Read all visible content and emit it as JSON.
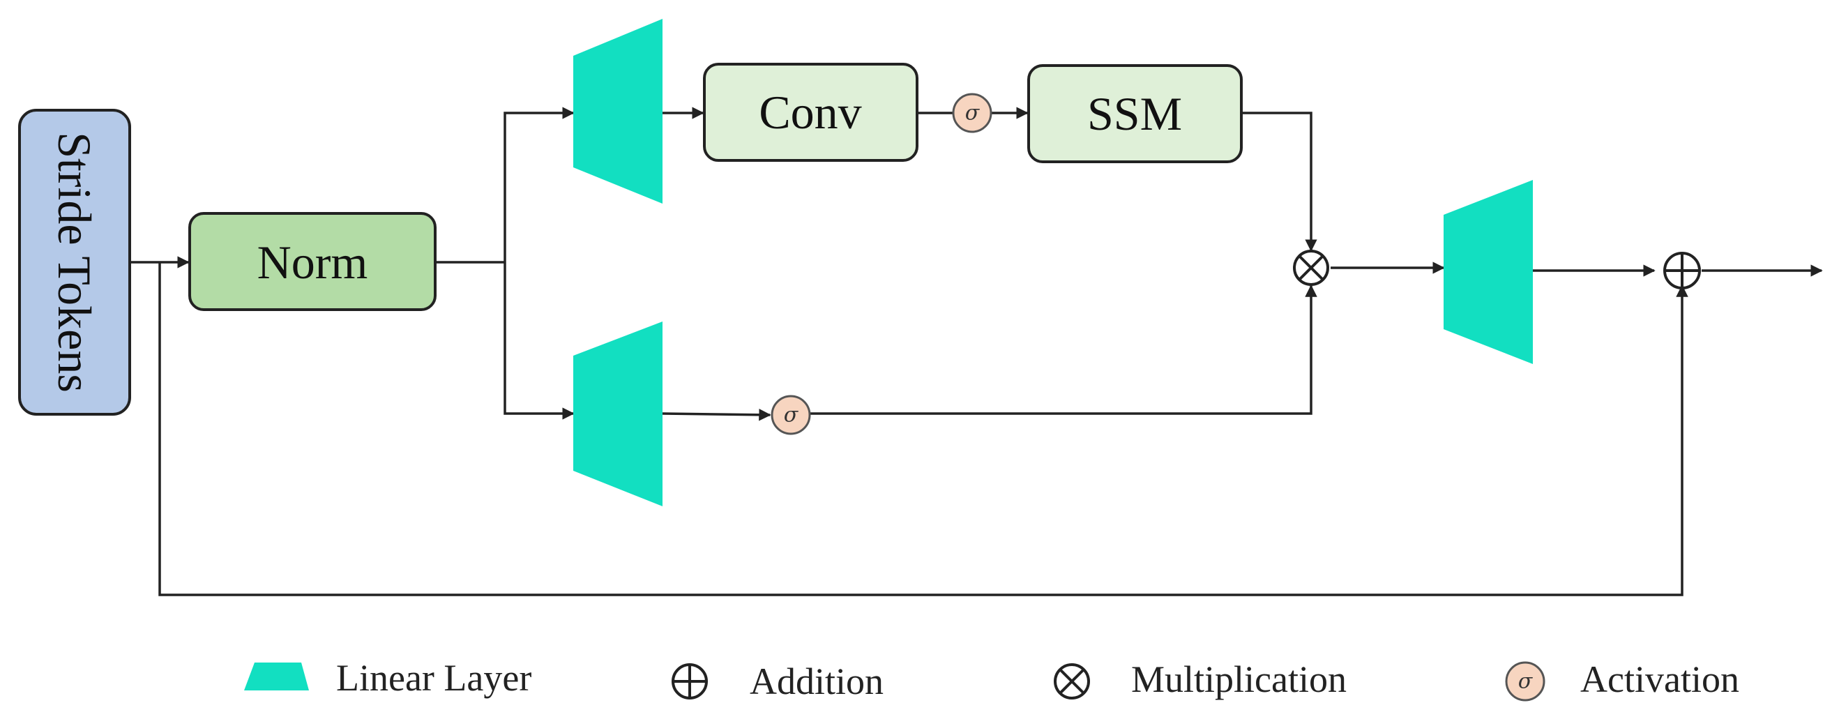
{
  "blocks": {
    "stride_tokens": "Stride Tokens",
    "norm": "Norm",
    "conv": "Conv",
    "ssm": "SSM"
  },
  "symbols": {
    "activation": "σ"
  },
  "legend": {
    "linear_layer": "Linear Layer",
    "addition": "Addition",
    "multiplication": "Multiplication",
    "activation": "Activation"
  },
  "colors": {
    "stride_tokens_fill": "#b4c9e8",
    "norm_fill": "#b3dca6",
    "conv_ssm_fill": "#dff0d8",
    "linear_layer_fill": "#12dfc1",
    "activation_fill": "#f7d5c0",
    "line": "#222222"
  }
}
